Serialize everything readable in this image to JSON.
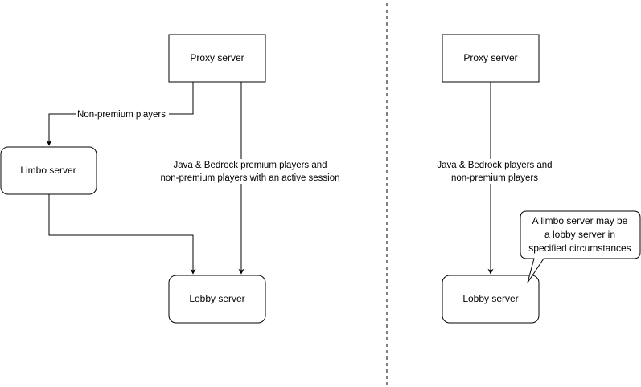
{
  "left_diagram": {
    "proxy_label": "Proxy server",
    "limbo_label": "Limbo server",
    "lobby_label": "Lobby server",
    "edge_nonpremium_label": "Non-premium players",
    "edge_premium_label_line1": "Java & Bedrock premium players and",
    "edge_premium_label_line2": "non-premium players with an active session"
  },
  "right_diagram": {
    "proxy_label": "Proxy server",
    "lobby_label": "Lobby server",
    "edge_label_line1": "Java & Bedrock players and",
    "edge_label_line2": "non-premium players",
    "callout_line1": "A limbo server may be",
    "callout_line2": "a lobby server in",
    "callout_line3": "specified circumstances"
  },
  "colors": {
    "stroke": "#000000",
    "fill": "#ffffff"
  }
}
